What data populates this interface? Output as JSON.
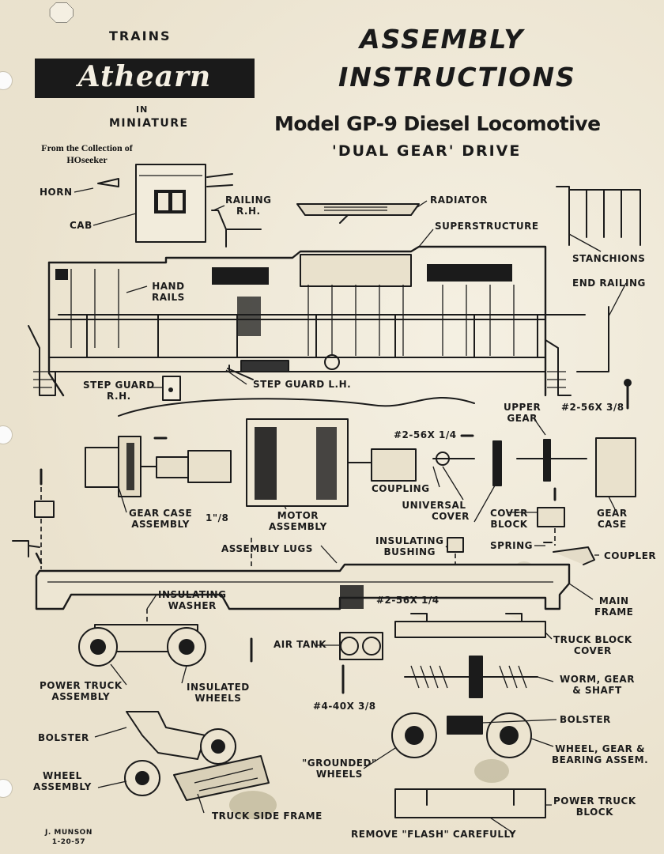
{
  "logo": {
    "top_text": "TRAINS",
    "brand": "Athearn",
    "in_text": "IN",
    "bottom_text": "MINIATURE"
  },
  "credit": {
    "line1": "From the Collection of",
    "line2": "HOseeker"
  },
  "header": {
    "title_line1": "ASSEMBLY",
    "title_line2": "INSTRUCTIONS",
    "model": "Model GP-9 Diesel Locomotive",
    "drive": "'DUAL GEAR' DRIVE"
  },
  "labels": {
    "horn": "HORN",
    "cab": "CAB",
    "railing_rh_1": "RAILING",
    "railing_rh_2": "R.H.",
    "radiator": "RADIATOR",
    "superstructure": "SUPERSTRUCTURE",
    "stanchions": "STANCHIONS",
    "end_railing": "END RAILING",
    "hand_rails_1": "HAND",
    "hand_rails_2": "RAILS",
    "step_guard_rh_1": "STEP GUARD",
    "step_guard_rh_2": "R.H.",
    "step_guard_lh": "STEP GUARD L.H.",
    "upper_gear_1": "UPPER",
    "upper_gear_2": "GEAR",
    "screw_top": "#2-56X",
    "screw_top_frac": "3/8",
    "screw_mid": "#2-56X",
    "screw_mid_frac": "1/4",
    "coupling": "COUPLING",
    "universal_cover_1": "UNIVERSAL",
    "universal_cover_2": "COVER",
    "cover_block_1": "COVER",
    "cover_block_2": "BLOCK",
    "gear_case_1": "GEAR",
    "gear_case_2": "CASE",
    "gear_case_assembly_1": "GEAR CASE",
    "gear_case_assembly_2": "ASSEMBLY",
    "dim": "1\"/8",
    "motor_assembly_1": "MOTOR",
    "motor_assembly_2": "ASSEMBLY",
    "insulating_bushing_1": "INSULATING",
    "insulating_bushing_2": "BUSHING",
    "spring": "SPRING",
    "coupler": "COUPLER",
    "assembly_lugs": "ASSEMBLY LUGS",
    "insulating_washer_1": "INSULATING",
    "insulating_washer_2": "WASHER",
    "screw_frame": "#2-56X",
    "screw_frame_frac": "1/4",
    "main_frame_1": "MAIN",
    "main_frame_2": "FRAME",
    "air_tank": "AIR TANK",
    "truck_block_cover_1": "TRUCK BLOCK",
    "truck_block_cover_2": "COVER",
    "power_truck_assembly_1": "POWER TRUCK",
    "power_truck_assembly_2": "ASSEMBLY",
    "insulated_wheels_1": "INSULATED",
    "insulated_wheels_2": "WHEELS",
    "worm_gear_1": "WORM, GEAR",
    "worm_gear_2": "& SHAFT",
    "screw_bottom": "#4-40X",
    "screw_bottom_frac": "3/8",
    "bolster_left": "BOLSTER",
    "bolster_right": "BOLSTER",
    "grounded_wheels_1": "\"GROUNDED\"",
    "grounded_wheels_2": "WHEELS",
    "wheel_gear_1": "WHEEL, GEAR &",
    "wheel_gear_2": "BEARING ASSEM.",
    "wheel_assembly_1": "WHEEL",
    "wheel_assembly_2": "ASSEMBLY",
    "truck_side_frame": "TRUCK SIDE FRAME",
    "power_truck_block_1": "POWER TRUCK",
    "power_truck_block_2": "BLOCK",
    "remove_flash": "REMOVE \"FLASH\" CAREFULLY"
  },
  "author": {
    "name": "J. MUNSON",
    "date": "1-20-57"
  }
}
